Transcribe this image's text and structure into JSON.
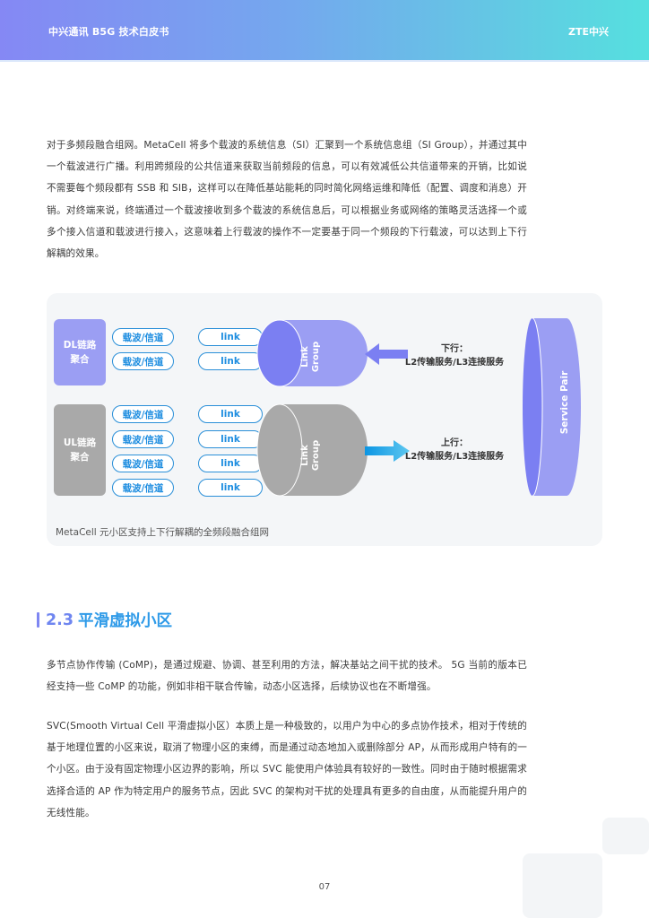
{
  "header": {
    "title": "中兴通讯 B5G 技术白皮书",
    "logo": "ZTE中兴",
    "gradient_start": "#8588f4",
    "gradient_end": "#55e0df"
  },
  "paragraphs": {
    "intro": "对于多频段融合组网。MetaCell 将多个载波的系统信息（SI）汇聚到一个系统信息组（SI Group），并通过其中一个载波进行广播。利用跨频段的公共信道来获取当前频段的信息，可以有效减低公共信道带来的开销，比如说不需要每个频段都有 SSB 和 SIB，这样可以在降低基站能耗的同时简化网络运维和降低（配置、调度和消息）开销。对终端来说，终端通过一个载波接收到多个载波的系统信息后，可以根据业务或网络的策略灵活选择一个或多个接入信道和载波进行接入，这意味着上行载波的操作不一定要基于同一个频段的下行载波，可以达到上下行解耦的效果。",
    "comp": "多节点协作传输 (CoMP)，是通过规避、协调、甚至利用的方法，解决基站之间干扰的技术。 5G 当前的版本已经支持一些 CoMP 的功能，例如非相干联合传输，动态小区选择，后续协议也在不断增强。",
    "svc": "SVC(Smooth Virtual Cell 平滑虚拟小区）本质上是一种极致的，以用户为中心的多点协作技术，相对于传统的基于地理位置的小区来说，取消了物理小区的束缚，而是通过动态地加入或删除部分 AP，从而形成用户特有的一个小区。由于没有固定物理小区边界的影响，所以 SVC 能使用户体验具有较好的一致性。同时由于随时根据需求选择合适的 AP 作为特定用户的服务节点，因此 SVC 的架构对干扰的处理具有更多的自由度，从而能提升用户的无线性能。"
  },
  "figure": {
    "caption": "MetaCell 元小区支持上下行解耦的全频段融合组网",
    "dl": {
      "aggregation_label_line1": "DL链路",
      "aggregation_label_line2": "聚合",
      "carriers": [
        "载波/信道",
        "载波/信道"
      ],
      "links": [
        "link",
        "link"
      ],
      "link_group_line1": "Link",
      "link_group_line2": "Group",
      "flow_title": "下行：",
      "flow_desc": "L2传输服务/L3连接服务",
      "color": "#9b9ef3",
      "accent": "#7b7ff2"
    },
    "ul": {
      "aggregation_label_line1": "UL链路",
      "aggregation_label_line2": "聚合",
      "carriers": [
        "载波/信道",
        "载波/信道",
        "载波/信道",
        "载波/信道"
      ],
      "links": [
        "link",
        "link",
        "link",
        "link"
      ],
      "link_group_line1": "Link",
      "link_group_line2": "Group",
      "flow_title": "上行：",
      "flow_desc": "L2传输服务/L3连接服务",
      "color": "#a9a9a9",
      "arrow_color": "#1ea0e6"
    },
    "service_pair": "Service Pair"
  },
  "section": {
    "number": "2.3",
    "title": "平滑虚拟小区",
    "color": "#2e9ae8"
  },
  "footer": {
    "page_number": "07"
  }
}
